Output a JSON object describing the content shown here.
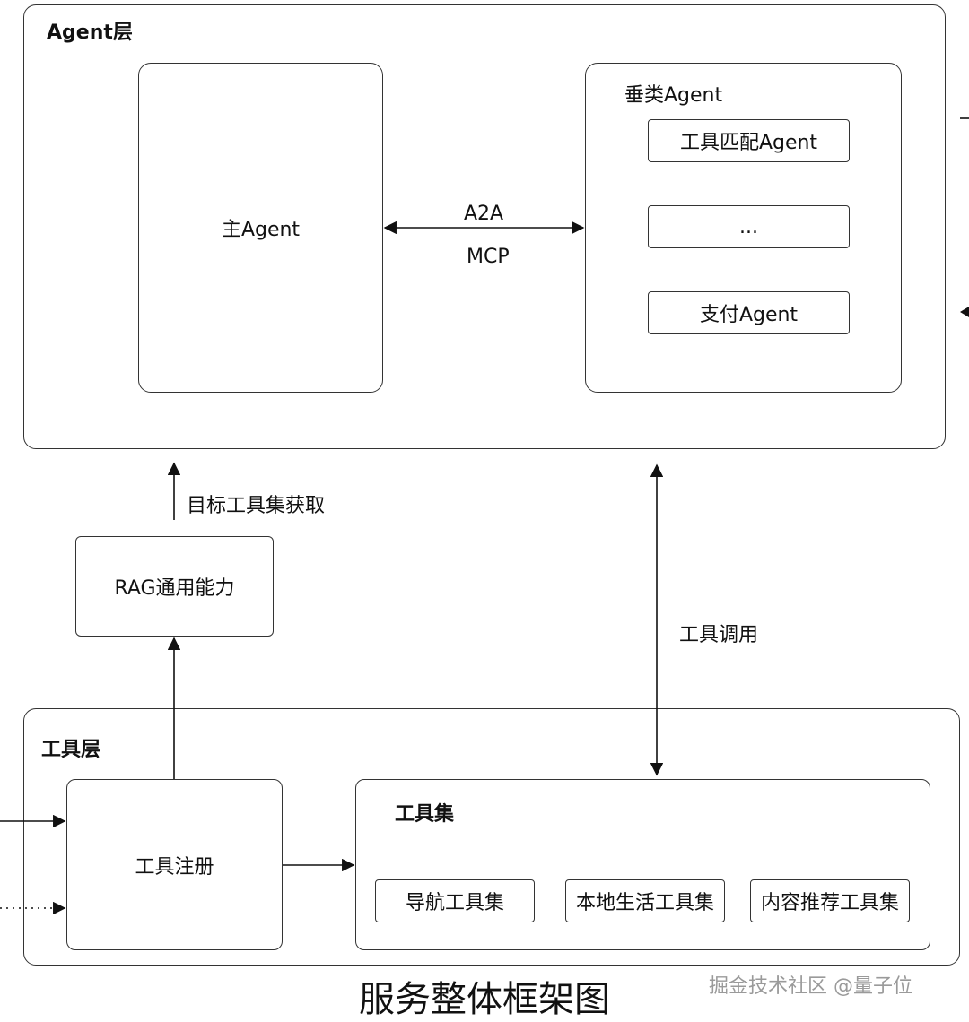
{
  "agent_layer": {
    "title": "Agent层",
    "main_agent": "主Agent",
    "vertical": {
      "title": "垂类Agent",
      "items": [
        "工具匹配Agent",
        "...",
        "支付Agent"
      ]
    },
    "link_label_1": "A2A",
    "link_label_2": "MCP"
  },
  "edges": {
    "target_fetch": "目标工具集获取",
    "tool_call": "工具调用"
  },
  "rag": "RAG通用能力",
  "tool_layer": {
    "title": "工具层",
    "register": "工具注册",
    "toolset": {
      "title": "工具集",
      "items": [
        "导航工具集",
        "本地生活工具集",
        "内容推荐工具集"
      ]
    }
  },
  "caption": "服务整体框架图",
  "watermark": "掘金技术社区 @量子位"
}
